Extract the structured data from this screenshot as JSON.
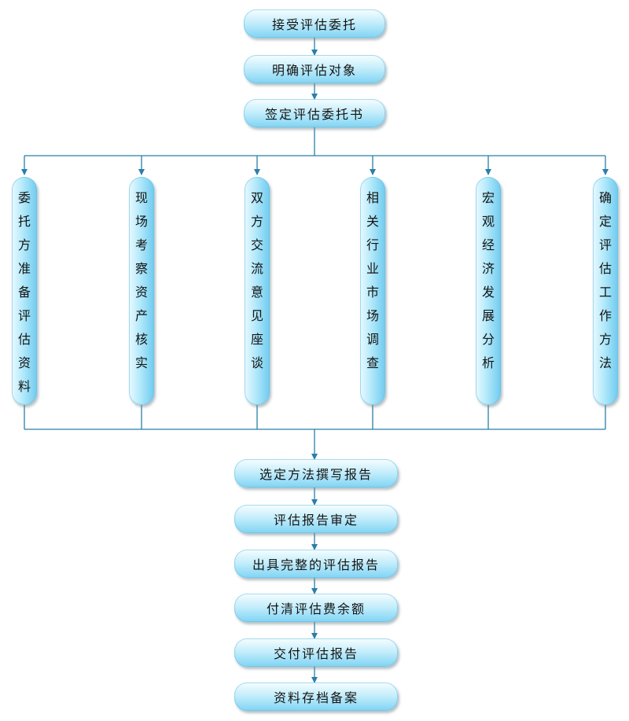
{
  "steps_top": [
    "接受评估委托",
    "明确评估对象",
    "签定评估委托书"
  ],
  "parallel_tasks": [
    "委托方准备评估资料",
    "现场考察资产核实",
    "双方交流意见座谈",
    "相关行业市场调查",
    "宏观经济发展分析",
    "确定评估工作方法"
  ],
  "steps_bottom": [
    "选定方法撰写报告",
    "评估报告审定",
    "出具完整的评估报告",
    "付清评估费余额",
    "交付评估报告",
    "资料存档备案"
  ],
  "colors": {
    "line": "#2a7fa8",
    "box_light": "#f6fdff",
    "box_dark": "#7fd4f4"
  }
}
